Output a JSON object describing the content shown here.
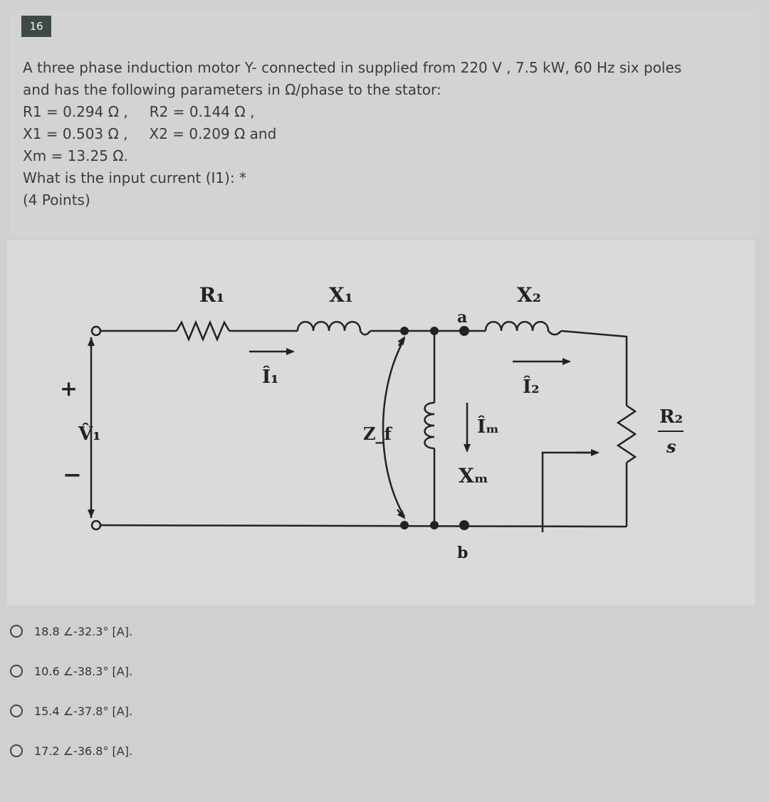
{
  "question": {
    "number": "16",
    "line1": "A three phase induction motor Y- connected in supplied from 220 V , 7.5 kW, 60 Hz six poles",
    "line2": "and  has the following parameters in Ω/phase to the stator:",
    "r1": "R1 = 0.294 Ω ,",
    "r2": "R2 = 0.144 Ω ,",
    "x1": "X1 = 0.503 Ω ,",
    "x2": "X2 = 0.209 Ω  and",
    "xm": "Xm = 13.25 Ω.",
    "prompt": "What is the input current (I1): *",
    "points": "(4 Points)"
  },
  "circuit": {
    "r1_label": "R₁",
    "x1_label": "X₁",
    "x2_label": "X₂",
    "node_a": "a",
    "node_b": "b",
    "i1_label": "Î₁",
    "i2_label": "Î₂",
    "im_label": "Îₘ",
    "xm_label": "Xₘ",
    "zf_label": "Z_f",
    "v1_label": "V̂₁",
    "plus": "+",
    "minus": "−",
    "r2_num": "R₂",
    "r2_den": "s"
  },
  "options": [
    {
      "label": "18.8 ∠-32.3° [A]."
    },
    {
      "label": "10.6 ∠-38.3° [A]."
    },
    {
      "label": "15.4 ∠-37.8° [A]."
    },
    {
      "label": "17.2 ∠-36.8° [A]."
    }
  ]
}
